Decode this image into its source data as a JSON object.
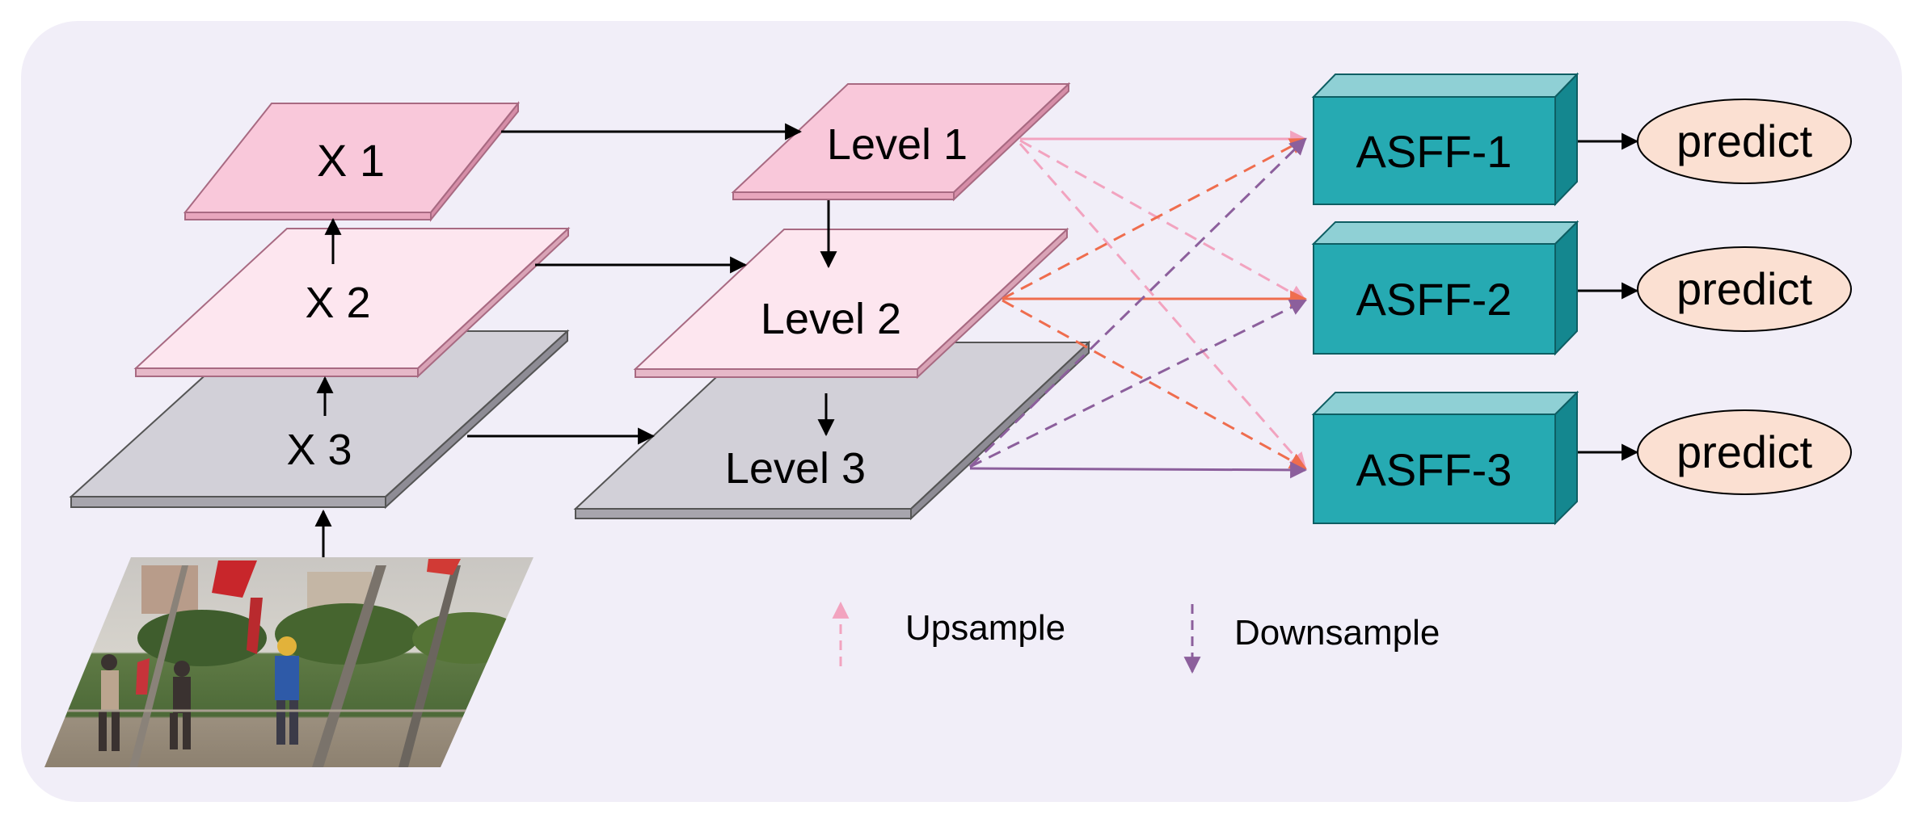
{
  "backbone": {
    "x1": "X 1",
    "x2": "X 2",
    "x3": "X 3"
  },
  "pyramid": {
    "level1": "Level 1",
    "level2": "Level 2",
    "level3": "Level 3"
  },
  "asff": {
    "asff1": "ASFF-1",
    "asff2": "ASFF-2",
    "asff3": "ASFF-3"
  },
  "outputs": {
    "predict1": "predict",
    "predict2": "predict",
    "predict3": "predict"
  },
  "legend": {
    "upsample": "Upsample",
    "downsample": "Downsample"
  },
  "colors": {
    "background_panel": "#f1eef8",
    "level1_fill": "#f9c8da",
    "level2_fill": "#fde6ef",
    "level3_fill": "#d2d0d8",
    "asff_front": "#26aab2",
    "asff_top": "#8fd0d5",
    "asff_side": "#14878f",
    "predict_fill": "#fbe0d2",
    "upsample_color": "#f2a3bf",
    "level2_arrow_color": "#ef6d4e",
    "downsample_color": "#8c5f9c"
  },
  "input_image": {
    "icon": "site-photo"
  }
}
